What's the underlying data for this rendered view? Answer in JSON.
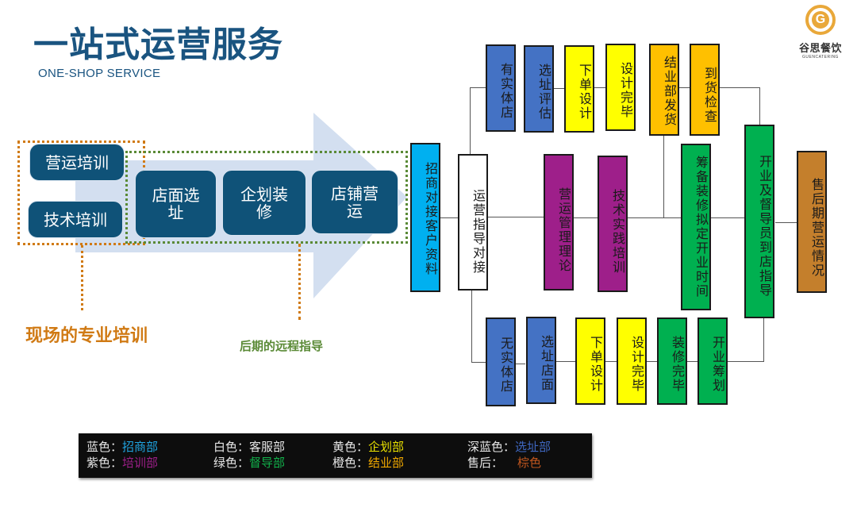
{
  "header": {
    "title": "一站式运营服务",
    "subtitle": "ONE-SHOP SERVICE"
  },
  "logo": {
    "mark_letter": "G",
    "name": "谷思餐饮",
    "sub": "GUENCATERING",
    "color": "#e9a83a"
  },
  "process": {
    "training_pills": [
      "营运培训",
      "技术培训"
    ],
    "stage_pills": [
      "店面选址",
      "企划装修",
      "店铺营运"
    ],
    "onsite_label": "现场的专业培训",
    "remote_label": "后期的远程指导",
    "onsite_color": "#d07a14",
    "remote_color": "#5a8a36"
  },
  "flow": {
    "start": {
      "text": "招商对接客户资料",
      "color": "#00b0f0"
    },
    "hub": {
      "text": "运营指导对接",
      "color": "#ffffff"
    },
    "top_branch": [
      {
        "text": "有实体店",
        "color": "#4472c4"
      },
      {
        "text": "选址评估",
        "color": "#4472c4"
      },
      {
        "text": "下单设计",
        "color": "#ffff00"
      },
      {
        "text": "设计完毕",
        "color": "#ffff00"
      },
      {
        "text": "结业部发货",
        "color": "#ffc000"
      },
      {
        "text": "到货检查",
        "color": "#ffc000"
      }
    ],
    "middle_branch": [
      {
        "text": "营运管理理论",
        "color": "#9e1f8a"
      },
      {
        "text": "技术实践培训",
        "color": "#9e1f8a"
      },
      {
        "text": "筹备装修拟定开业时间",
        "color": "#00b050"
      },
      {
        "text": "开业及督导员到店指导",
        "color": "#00b050"
      },
      {
        "text": "售后期营运情况",
        "color": "#c47f2c"
      }
    ],
    "bottom_branch": [
      {
        "text": "无实体店",
        "color": "#4472c4"
      },
      {
        "text": "选址店面",
        "color": "#4472c4"
      },
      {
        "text": "下单设计",
        "color": "#ffff00"
      },
      {
        "text": "设计完毕",
        "color": "#ffff00"
      },
      {
        "text": "装修完毕",
        "color": "#00b050"
      },
      {
        "text": "开业筹划",
        "color": "#00b050"
      }
    ]
  },
  "legend": {
    "items": [
      {
        "key": "蓝色：",
        "value": "招商部",
        "color": "#1fa3e0"
      },
      {
        "key": "白色：",
        "value": "客服部",
        "color": "#e6e6e6"
      },
      {
        "key": "黄色：",
        "value": "企划部",
        "color": "#e8e000"
      },
      {
        "key": "深蓝色：",
        "value": "选址部",
        "color": "#3f67c0"
      },
      {
        "key": "紫色：",
        "value": "培训部",
        "color": "#9e1f8a"
      },
      {
        "key": "绿色：",
        "value": "督导部",
        "color": "#12b04a"
      },
      {
        "key": "橙色：",
        "value": "结业部",
        "color": "#f0a800"
      },
      {
        "key": "售后：",
        "value": "棕色",
        "color": "#c0561e"
      }
    ]
  }
}
